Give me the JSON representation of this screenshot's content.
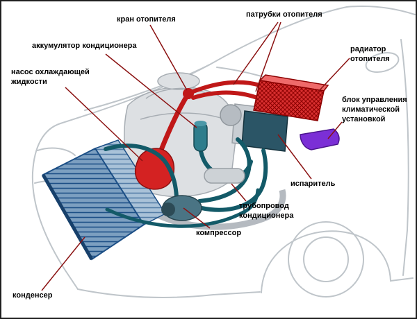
{
  "diagram": {
    "subject": "car-climate-system-diagram",
    "labels": [
      {
        "id": "heater-valve",
        "text": "кран отопителя"
      },
      {
        "id": "heater-pipes",
        "text": "патрубки отопителя"
      },
      {
        "id": "ac-accumulator",
        "text": "аккумулятор кондиционера"
      },
      {
        "id": "coolant-pump",
        "text": "насос охлаждающей жидкости"
      },
      {
        "id": "heater-radiator",
        "text": "радиатор отопителя"
      },
      {
        "id": "climate-control-unit",
        "text": "блок управления климатической установкой"
      },
      {
        "id": "evaporator",
        "text": "испаритель"
      },
      {
        "id": "ac-pipeline",
        "text": "трубопровод кондиционера"
      },
      {
        "id": "compressor",
        "text": "компрессор"
      },
      {
        "id": "condenser",
        "text": "конденсер"
      }
    ],
    "colors": {
      "leader_line": "#8b1212",
      "car_outline": "#bfc5ca",
      "engine_fill": "#dde0e3",
      "engine_stroke": "#a7adb3",
      "condenser": "#7c9fc0",
      "condenser_hatch": "#1c4f86",
      "heater_radiator": "#d93030",
      "heater_radiator_hatch": "#8b0000",
      "coolant_hose": "#c01818",
      "pump": "#d42222",
      "ac_pipe": "#135a68",
      "compressor": "#4a7484",
      "accumulator": "#2e7d8c",
      "evaporator": "#2b5566",
      "climate_unit": "#7b2fd6",
      "blower": "#b6bcc2",
      "label_text": "#000000"
    }
  }
}
